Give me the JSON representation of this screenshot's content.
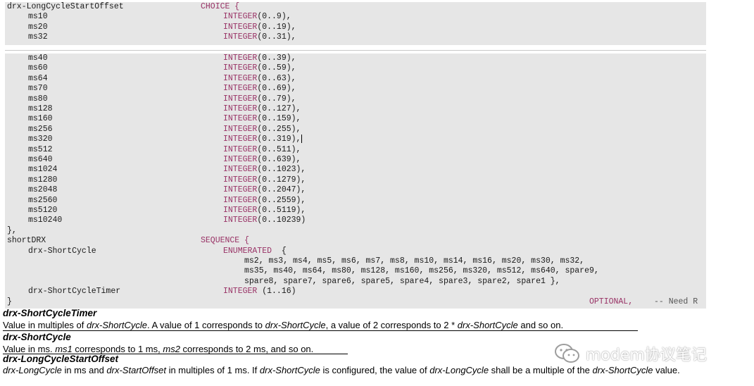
{
  "code_top": [
    {
      "c1": "drx-LongCycleStartOffset",
      "c3": "CHOICE {"
    },
    {
      "c2": "ms10",
      "c4a": "INTEGER",
      "c4b": "(0..9),"
    },
    {
      "c2": "ms20",
      "c4a": "INTEGER",
      "c4b": "(0..19),"
    },
    {
      "c2": "ms32",
      "c4a": "INTEGER",
      "c4b": "(0..31),"
    }
  ],
  "code_main": [
    {
      "c2": "ms40",
      "c4a": "INTEGER",
      "c4b": "(0..39),"
    },
    {
      "c2": "ms60",
      "c4a": "INTEGER",
      "c4b": "(0..59),"
    },
    {
      "c2": "ms64",
      "c4a": "INTEGER",
      "c4b": "(0..63),"
    },
    {
      "c2": "ms70",
      "c4a": "INTEGER",
      "c4b": "(0..69),"
    },
    {
      "c2": "ms80",
      "c4a": "INTEGER",
      "c4b": "(0..79),"
    },
    {
      "c2": "ms128",
      "c4a": "INTEGER",
      "c4b": "(0..127),"
    },
    {
      "c2": "ms160",
      "c4a": "INTEGER",
      "c4b": "(0..159),"
    },
    {
      "c2": "ms256",
      "c4a": "INTEGER",
      "c4b": "(0..255),"
    },
    {
      "c2": "ms320",
      "c4a": "INTEGER",
      "c4b": "(0..319),"
    },
    {
      "c2": "ms512",
      "c4a": "INTEGER",
      "c4b": "(0..511),"
    },
    {
      "c2": "ms640",
      "c4a": "INTEGER",
      "c4b": "(0..639),"
    },
    {
      "c2": "ms1024",
      "c4a": "INTEGER",
      "c4b": "(0..1023),"
    },
    {
      "c2": "ms1280",
      "c4a": "INTEGER",
      "c4b": "(0..1279),"
    },
    {
      "c2": "ms2048",
      "c4a": "INTEGER",
      "c4b": "(0..2047),"
    },
    {
      "c2": "ms2560",
      "c4a": "INTEGER",
      "c4b": "(0..2559),"
    },
    {
      "c2": "ms5120",
      "c4a": "INTEGER",
      "c4b": "(0..5119),"
    },
    {
      "c2": "ms10240",
      "c4a": "INTEGER",
      "c4b": "(0..10239)"
    },
    {
      "c1": "},"
    },
    {
      "c1": "shortDRX",
      "c3": "SEQUENCE {"
    },
    {
      "c2": "drx-ShortCycle",
      "c4a": "ENUMERATED",
      "c4b": "  {"
    },
    {
      "c5": "ms2, ms3, ms4, ms5, ms6, ms7, ms8, ms10, ms14, ms16, ms20, ms30, ms32,"
    },
    {
      "c5": "ms35, ms40, ms64, ms80, ms128, ms160, ms256, ms320, ms512, ms640, spare9,"
    },
    {
      "c5": "spare8, spare7, spare6, spare5, spare4, spare3, spare2, spare1 },"
    },
    {
      "c2": "drx-ShortCycleTimer",
      "c4a": "INTEGER",
      "c4b": " (1..16)"
    },
    {
      "c1": "}",
      "optional": "OPTIONAL,",
      "need": "-- Need R"
    }
  ],
  "fields": [
    {
      "name": "drx-ShortCycleTimer",
      "desc": [
        {
          "t": "Value in multiples of "
        },
        {
          "t": "drx-ShortCycle",
          "i": true
        },
        {
          "t": ". A value of 1 corresponds to "
        },
        {
          "t": "drx-ShortCycle",
          "i": true
        },
        {
          "t": ", a value of 2 corresponds to 2 * "
        },
        {
          "t": "drx-ShortCycle",
          "i": true
        },
        {
          "t": " and so on."
        }
      ]
    },
    {
      "name": "drx-ShortCycle",
      "desc": [
        {
          "t": "Value in ms. "
        },
        {
          "t": "ms1",
          "i": true
        },
        {
          "t": " corresponds to 1 ms, "
        },
        {
          "t": "ms2",
          "i": true
        },
        {
          "t": " corresponds to 2 ms, and so on."
        }
      ]
    },
    {
      "name": "drx-LongCycleStartOffset",
      "desc": [
        {
          "t": "drx-LongCycle",
          "i": true
        },
        {
          "t": " in ms and "
        },
        {
          "t": "drx-StartOffset",
          "i": true
        },
        {
          "t": " in multiples of 1 ms. If "
        },
        {
          "t": "drx-ShortCycle",
          "i": true
        },
        {
          "t": " is configured, the value of "
        },
        {
          "t": "drx-LongCycle",
          "i": true
        },
        {
          "t": " shall be a multiple of the "
        },
        {
          "t": "drx-ShortCycle",
          "i": true
        },
        {
          "t": " value."
        }
      ]
    }
  ],
  "watermark": {
    "text": "modem协议笔记",
    "icon": "wechat-icon"
  },
  "colors": {
    "keyword": "#993366",
    "code_bg": "#e6e6e6"
  }
}
